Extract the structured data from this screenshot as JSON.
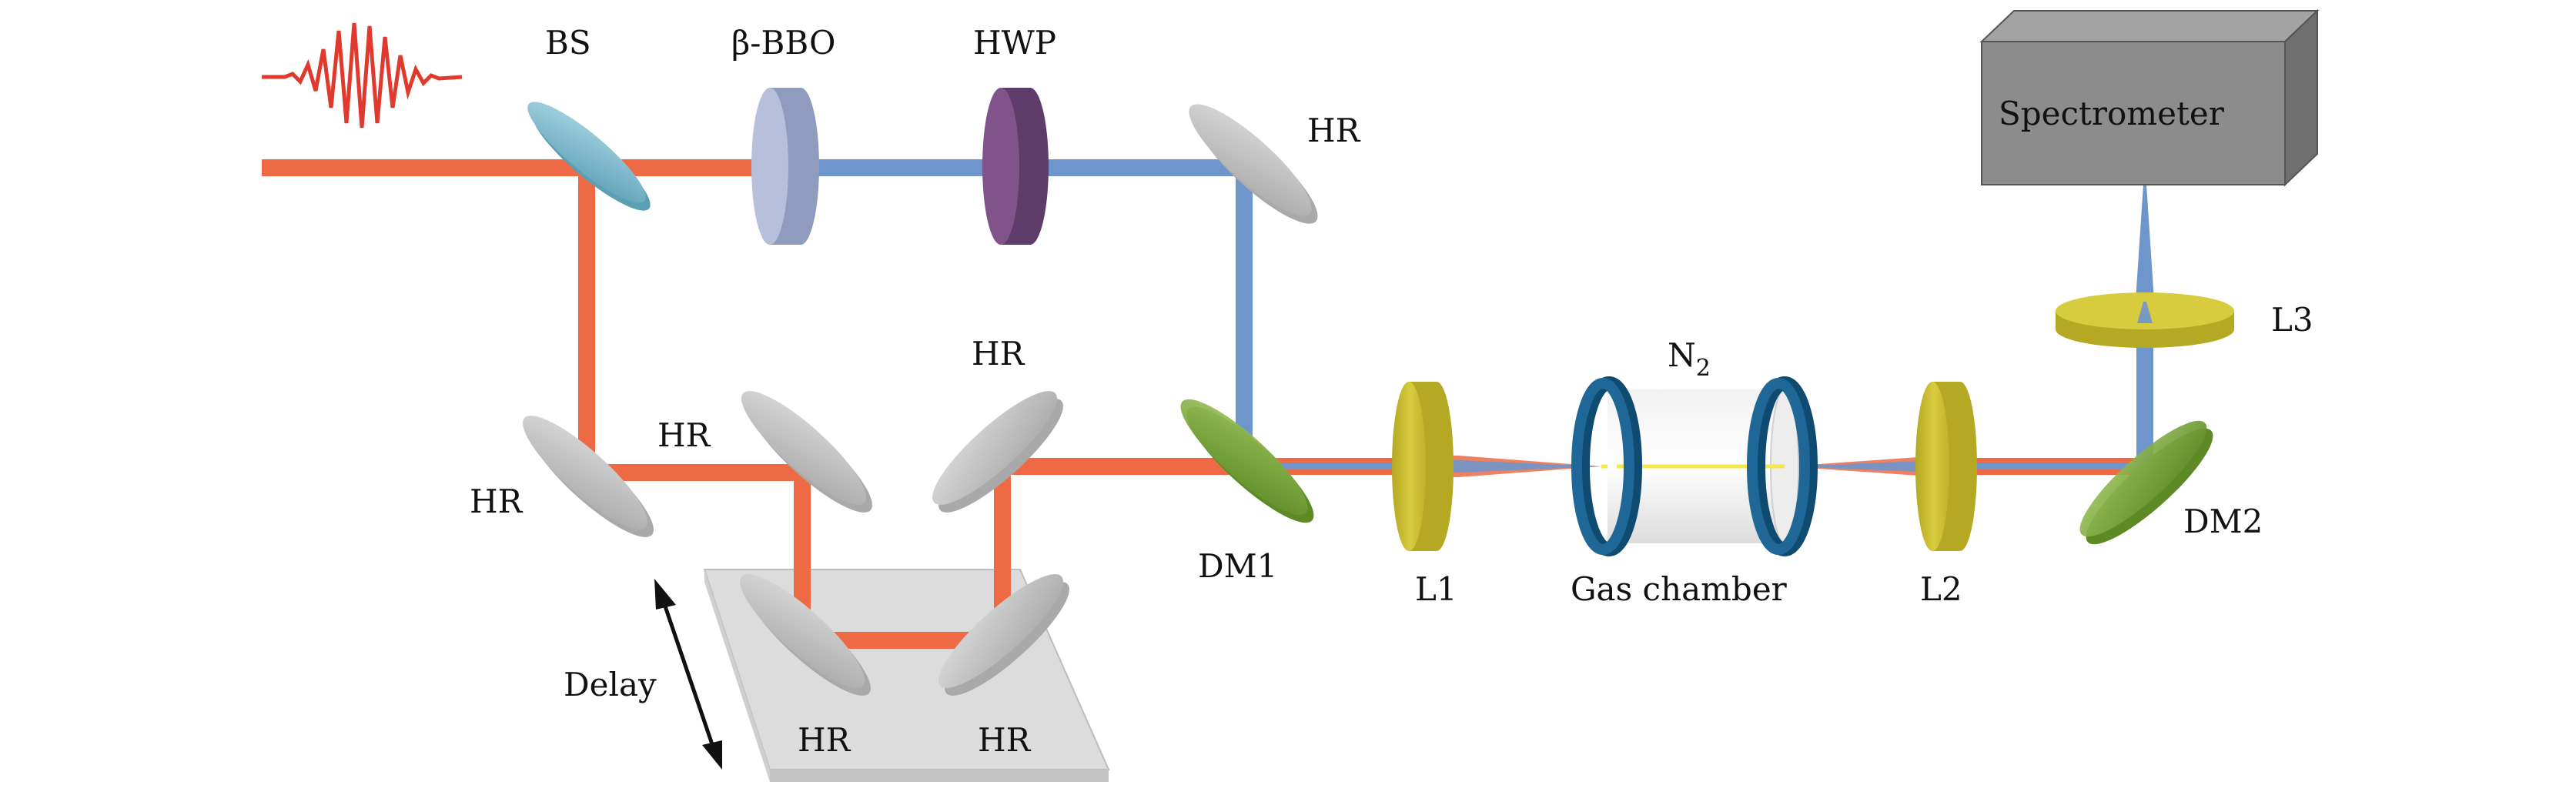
{
  "labels": {
    "bs": "BS",
    "bbo": "β-BBO",
    "hwp": "HWP",
    "hr": "HR",
    "dm1": "DM1",
    "dm2": "DM2",
    "l1": "L1",
    "l2": "L2",
    "l3": "L3",
    "n2_base": "N",
    "n2_sub": "2",
    "gas_chamber": "Gas chamber",
    "spectrometer": "Spectrometer",
    "delay": "Delay"
  },
  "colors": {
    "red_beam": "#EE6A45",
    "blue_beam": "#6E95CC",
    "pulse": "#E03A2E",
    "bs": "#7CB9CC",
    "bbo": "#A7B2CF",
    "hwp": "#7C4F85",
    "hr": "#C4C4C4",
    "dichroic": "#78A23A",
    "lens": "#C9BD2E",
    "chamber_ring": "#16557F",
    "spectrometer": "#8C8C8C",
    "stage": "#DCDCDC"
  }
}
